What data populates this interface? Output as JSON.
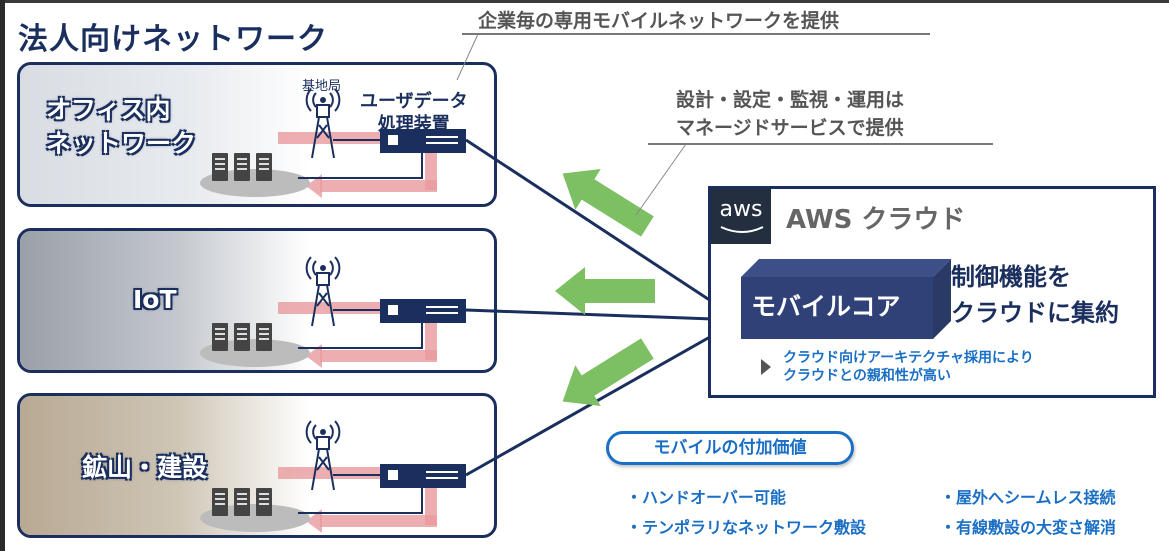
{
  "title": "法人向けネットワーク",
  "callouts": {
    "dedicated_network": "企業毎の専用モバイルネットワークを提供",
    "managed_service_line1": "設計・設定・監視・運用は",
    "managed_service_line2": "マネージドサービスで提供"
  },
  "scenarios": [
    {
      "label_line1": "オフィス内",
      "label_line2": "ネットワーク",
      "photo": "office-photo"
    },
    {
      "label_line1": "IoT",
      "label_line2": "",
      "photo": "factory-photo"
    },
    {
      "label_line1": "鉱山・建設",
      "label_line2": "",
      "photo": "construction-photo"
    }
  ],
  "components": {
    "base_station": "基地局",
    "user_data_device_line1": "ユーザデータ",
    "user_data_device_line2": "処理装置"
  },
  "aws": {
    "logo_text": "aws",
    "title": "AWS クラウド",
    "core_label": "モバイルコア",
    "core_desc_line1": "制御機能を",
    "core_desc_line2": "クラウドに集約",
    "note_line1": "クラウド向けアーキテクチャ採用により",
    "note_line2": "クラウドとの親和性が高い"
  },
  "mobile_value": {
    "heading": "モバイルの付加価値",
    "items": [
      "・ハンドオーバー可能",
      "・屋外へシームレス接続",
      "・テンポラリなネットワーク敷設",
      "・有線敷設の大変さ解消"
    ]
  },
  "colors": {
    "navy": "#1b2f5e",
    "accent_blue": "#1a6fc4",
    "arrow_green": "#7dbf63",
    "flow_pink": "#e89a9e",
    "aws_dark": "#232f3e"
  }
}
